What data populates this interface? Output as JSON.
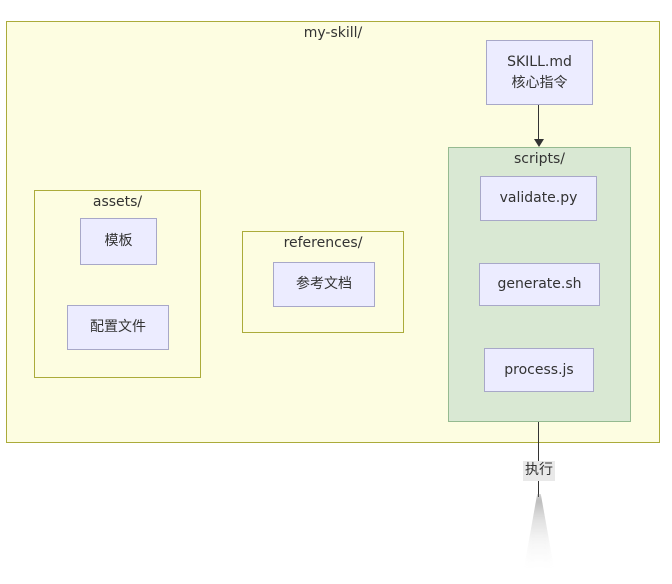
{
  "diagram": {
    "type": "flowchart",
    "root_label": "my-skill/",
    "nodes": {
      "skill": {
        "line1": "SKILL.md",
        "line2": "核心指令"
      },
      "template": "模板",
      "config": "配置文件",
      "reference_doc": "参考文档",
      "validate": "validate.py",
      "generate": "generate.sh",
      "process": "process.js"
    },
    "subgraphs": {
      "assets": {
        "label": "assets/"
      },
      "references": {
        "label": "references/"
      },
      "scripts": {
        "label": "scripts/"
      }
    },
    "edges": {
      "skill_to_scripts": {
        "from": "SKILL.md",
        "to": "scripts/",
        "label": ""
      },
      "scripts_execute": {
        "from": "scripts/",
        "to": "offscreen",
        "label": "执行"
      }
    },
    "colors": {
      "canvas_bg": "#ffffff",
      "outer_fill": "#fdfde1",
      "outer_border": "#abab3a",
      "scripts_fill": "#d9e8d3",
      "scripts_border": "#95ba90",
      "node_fill": "#ececff",
      "node_border": "#a8a8c8",
      "text": "#333333",
      "edge": "#333333",
      "edge_label_bg": "#e9e9e9"
    }
  }
}
